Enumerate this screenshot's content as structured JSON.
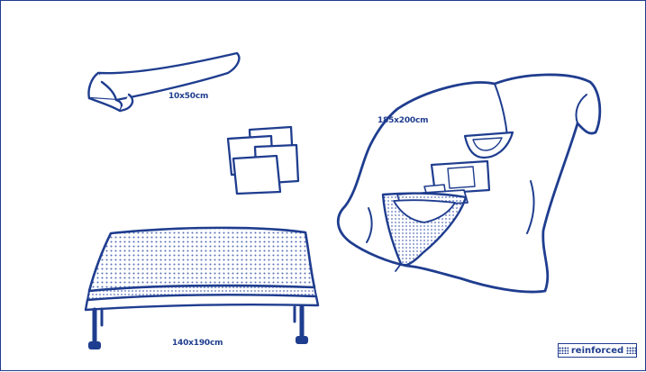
{
  "labels": {
    "small_towel": "10x50cm",
    "large_drape": "185x200cm",
    "table_cover": "140x190cm"
  },
  "badge": {
    "text": "reinforced"
  },
  "colors": {
    "line": "#1f3d8f",
    "pattern": "#5a72b8",
    "background": "#ffffff"
  }
}
